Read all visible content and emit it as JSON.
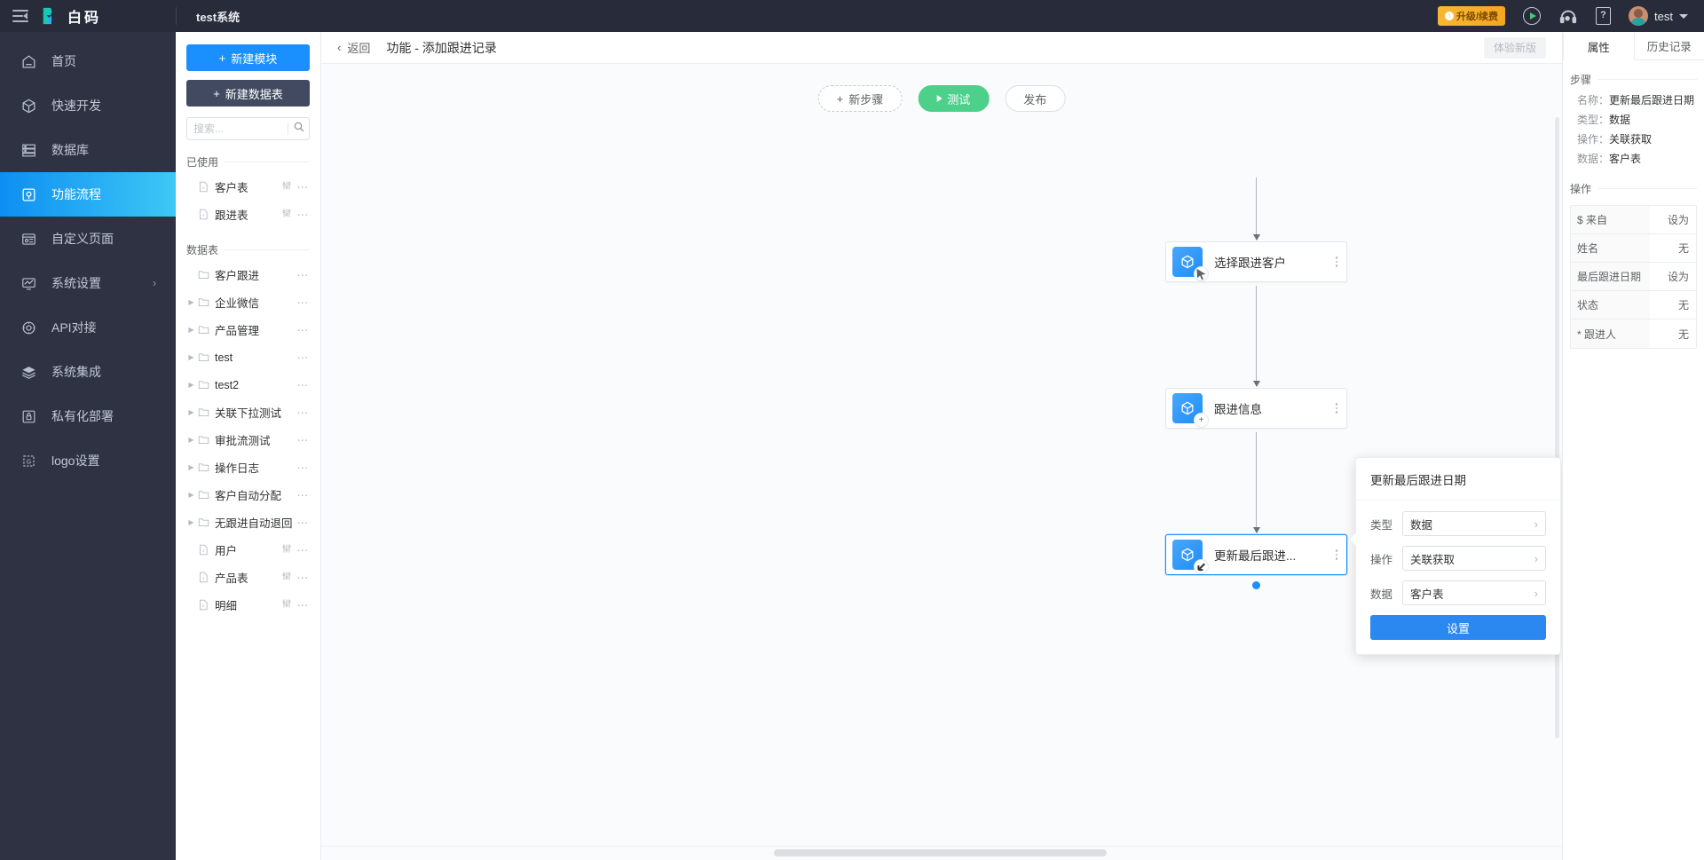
{
  "topbar": {
    "brand_text": "白码",
    "system_name": "test系统",
    "upgrade_badge": "升级/续费",
    "icons": [
      "menu-collapse-icon",
      "video-play-icon",
      "headset-icon",
      "help-icon"
    ],
    "user_name": "test"
  },
  "sidebar": {
    "items": [
      {
        "label": "首页",
        "icon": "home-icon",
        "active": false,
        "chevron": false
      },
      {
        "label": "快速开发",
        "icon": "cube-icon",
        "active": false,
        "chevron": false
      },
      {
        "label": "数据库",
        "icon": "database-icon",
        "active": false,
        "chevron": false
      },
      {
        "label": "功能流程",
        "icon": "flow-icon",
        "active": true,
        "chevron": false
      },
      {
        "label": "自定义页面",
        "icon": "page-icon",
        "active": false,
        "chevron": false
      },
      {
        "label": "系统设置",
        "icon": "settings-chart-icon",
        "active": false,
        "chevron": true
      },
      {
        "label": "API对接",
        "icon": "api-icon",
        "active": false,
        "chevron": false
      },
      {
        "label": "系统集成",
        "icon": "layers-icon",
        "active": false,
        "chevron": false
      },
      {
        "label": "私有化部署",
        "icon": "lock-deploy-icon",
        "active": false,
        "chevron": false
      },
      {
        "label": "logo设置",
        "icon": "logo-settings-icon",
        "active": false,
        "chevron": false
      }
    ]
  },
  "tablepanel": {
    "new_module_label": "新建模块",
    "new_table_label": "新建数据表",
    "search_placeholder": "搜索...",
    "search_value": "",
    "used_section": "已使用",
    "used_items": [
      {
        "label": "客户表",
        "icon": "file-x-icon"
      },
      {
        "label": "跟进表",
        "icon": "file-x-icon"
      }
    ],
    "tables_section": "数据表",
    "tree_items": [
      {
        "label": "客户跟进",
        "icon": "folder-icon",
        "expandable": false
      },
      {
        "label": "企业微信",
        "icon": "folder-icon",
        "expandable": true
      },
      {
        "label": "产品管理",
        "icon": "folder-icon",
        "expandable": true
      },
      {
        "label": "test",
        "icon": "folder-icon",
        "expandable": true
      },
      {
        "label": "test2",
        "icon": "folder-icon",
        "expandable": true
      },
      {
        "label": "关联下拉测试",
        "icon": "folder-icon",
        "expandable": true
      },
      {
        "label": "审批流测试",
        "icon": "folder-icon",
        "expandable": true
      },
      {
        "label": "操作日志",
        "icon": "folder-icon",
        "expandable": true
      },
      {
        "label": "客户自动分配",
        "icon": "folder-icon",
        "expandable": true
      },
      {
        "label": "无跟进自动退回",
        "icon": "folder-icon",
        "expandable": true
      },
      {
        "label": "用户",
        "icon": "file-x-icon",
        "expandable": false,
        "filter": true
      },
      {
        "label": "产品表",
        "icon": "file-x-icon",
        "expandable": false,
        "filter": true
      },
      {
        "label": "明细",
        "icon": "file-x-icon",
        "expandable": false,
        "filter": true
      }
    ]
  },
  "breadcrumb": {
    "back_label": "返回",
    "title": "功能 - 添加跟进记录",
    "new_version_label": "体验新版"
  },
  "flow": {
    "toolbar": {
      "new_step": "新步骤",
      "test": "测试",
      "publish": "发布"
    },
    "nodes": [
      {
        "label": "选择跟进客户",
        "badge": "cursor-badge-icon",
        "selected": false
      },
      {
        "label": "跟进信息",
        "badge": "plus-badge-icon",
        "selected": false
      },
      {
        "label": "更新最后跟进...",
        "badge": "arrow-badge-icon",
        "selected": true
      }
    ]
  },
  "popover": {
    "title": "更新最后跟进日期",
    "rows": [
      {
        "label": "类型",
        "value": "数据"
      },
      {
        "label": "操作",
        "value": "关联获取"
      },
      {
        "label": "数据",
        "value": "客户表"
      }
    ],
    "button": "设置"
  },
  "rightpanel": {
    "tabs": [
      {
        "label": "属性",
        "active": true
      },
      {
        "label": "历史记录",
        "active": false
      }
    ],
    "step_section": "步骤",
    "step_fields": [
      {
        "key": "名称：",
        "value": "更新最后跟进日期"
      },
      {
        "key": "类型：",
        "value": "数据"
      },
      {
        "key": "操作：",
        "value": "关联获取"
      },
      {
        "key": "数据：",
        "value": "客户表"
      }
    ],
    "action_section": "操作",
    "action_rows": [
      {
        "key": "$ 来自",
        "value": "设为"
      },
      {
        "key": "姓名",
        "value": "无"
      },
      {
        "key": "最后跟进日期",
        "value": "设为"
      },
      {
        "key": "状态",
        "value": "无"
      },
      {
        "key": "* 跟进人",
        "value": "无"
      }
    ]
  },
  "colors": {
    "accent_blue": "#1a90ff",
    "nav_dark": "#2e3243",
    "topbar_dark": "#282c3a",
    "green": "#4cd08a",
    "orange": "#f5a623"
  }
}
